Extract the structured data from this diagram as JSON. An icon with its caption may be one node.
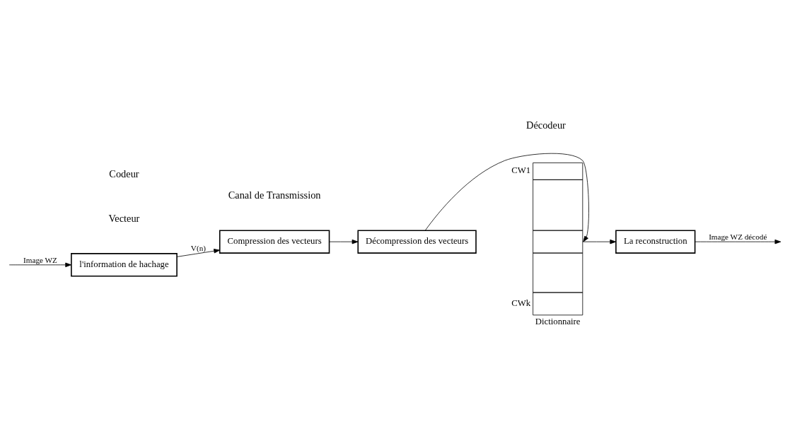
{
  "diagram": {
    "nodes": [
      {
        "text": [
          "l'information de hachage"
        ]
      },
      {
        "text": [
          "Compression des vecteurs"
        ]
      },
      {
        "text": [
          "Décompression des vecteurs"
        ]
      },
      {
        "text": [],
        "shape": "box",
        "beside": [
          "CW1",
          "CWk",
          "Dictionnaire"
        ]
      },
      {
        "text": [
          "La reconstruction"
        ]
      }
    ],
    "edges": [
      {
        "from": null,
        "to": 0,
        "arrow": "to",
        "label": "Image WZ"
      },
      {
        "from": 0,
        "to": 1,
        "arrow": "to",
        "label": "V(n)"
      },
      {
        "from": 1,
        "to": 2,
        "arrow": "to"
      },
      {
        "from": 2,
        "to": 3,
        "arrow": "to"
      },
      {
        "from": 3,
        "to": 4,
        "arrow": "to"
      },
      {
        "from": 4,
        "to": null,
        "arrow": "to",
        "label": "Image WZ décodé"
      }
    ],
    "labels": [
      "Codeur",
      "Décodeur",
      "Vecteur",
      "Canal de Transmission"
    ]
  }
}
